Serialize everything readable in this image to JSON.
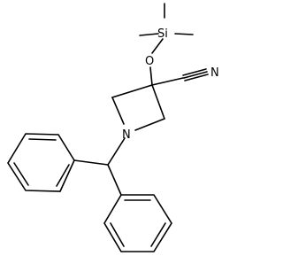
{
  "atoms": {
    "si_label": "Si",
    "o_label": "O",
    "n_label": "N",
    "nitrile_n_label": "N"
  },
  "colors": {
    "bond": "#000000",
    "background": "#ffffff"
  }
}
